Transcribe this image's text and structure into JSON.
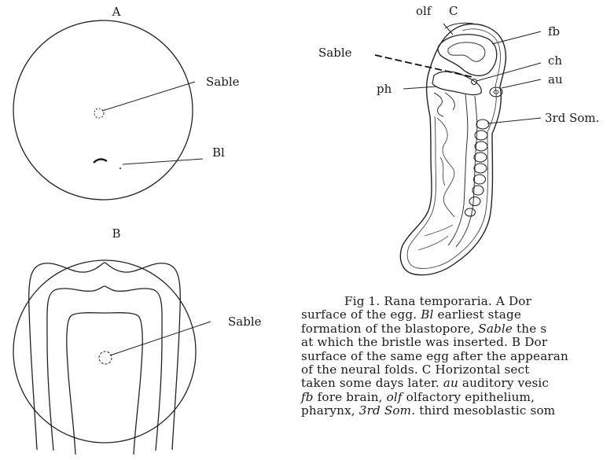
{
  "panels": {
    "a": {
      "letter": "A",
      "labels": {
        "sable": "Sable",
        "bl": "Bl"
      }
    },
    "b": {
      "letter": "B",
      "labels": {
        "sable": "Sable"
      }
    },
    "c": {
      "letter": "C",
      "labels": {
        "olf": "olf",
        "fb": "fb",
        "sable": "Sable",
        "ch": "ch",
        "au": "au",
        "ph": "ph",
        "som": "3rd Som."
      }
    }
  },
  "caption": {
    "l1_a": "Fig 1.   Rana temporaria.   A Dor",
    "l2_a": "surface  of  the  egg.  ",
    "l2_b": "Bl",
    "l2_c": " earliest  stage",
    "l3_a": "formation of the  blastopore,  ",
    "l3_b": "Sable",
    "l3_c": "  the  s",
    "l4_a": "at which the bristle was inserted.   B Dor",
    "l5_a": "surface of the same egg after the appearan",
    "l6_a": "of  the  neural  folds.   C  Horizontal  sect",
    "l7_a": "taken some days later.   ",
    "l7_b": "au",
    "l7_c": "  auditory vesic",
    "l8_a": "fb",
    "l8_b": " fore brain,  ",
    "l8_c": "olf",
    "l8_d": "  olfactory epithelium,",
    "l9_a": "pharynx,  ",
    "l9_b": "3rd Som.",
    "l9_c": "  third mesoblastic som"
  }
}
